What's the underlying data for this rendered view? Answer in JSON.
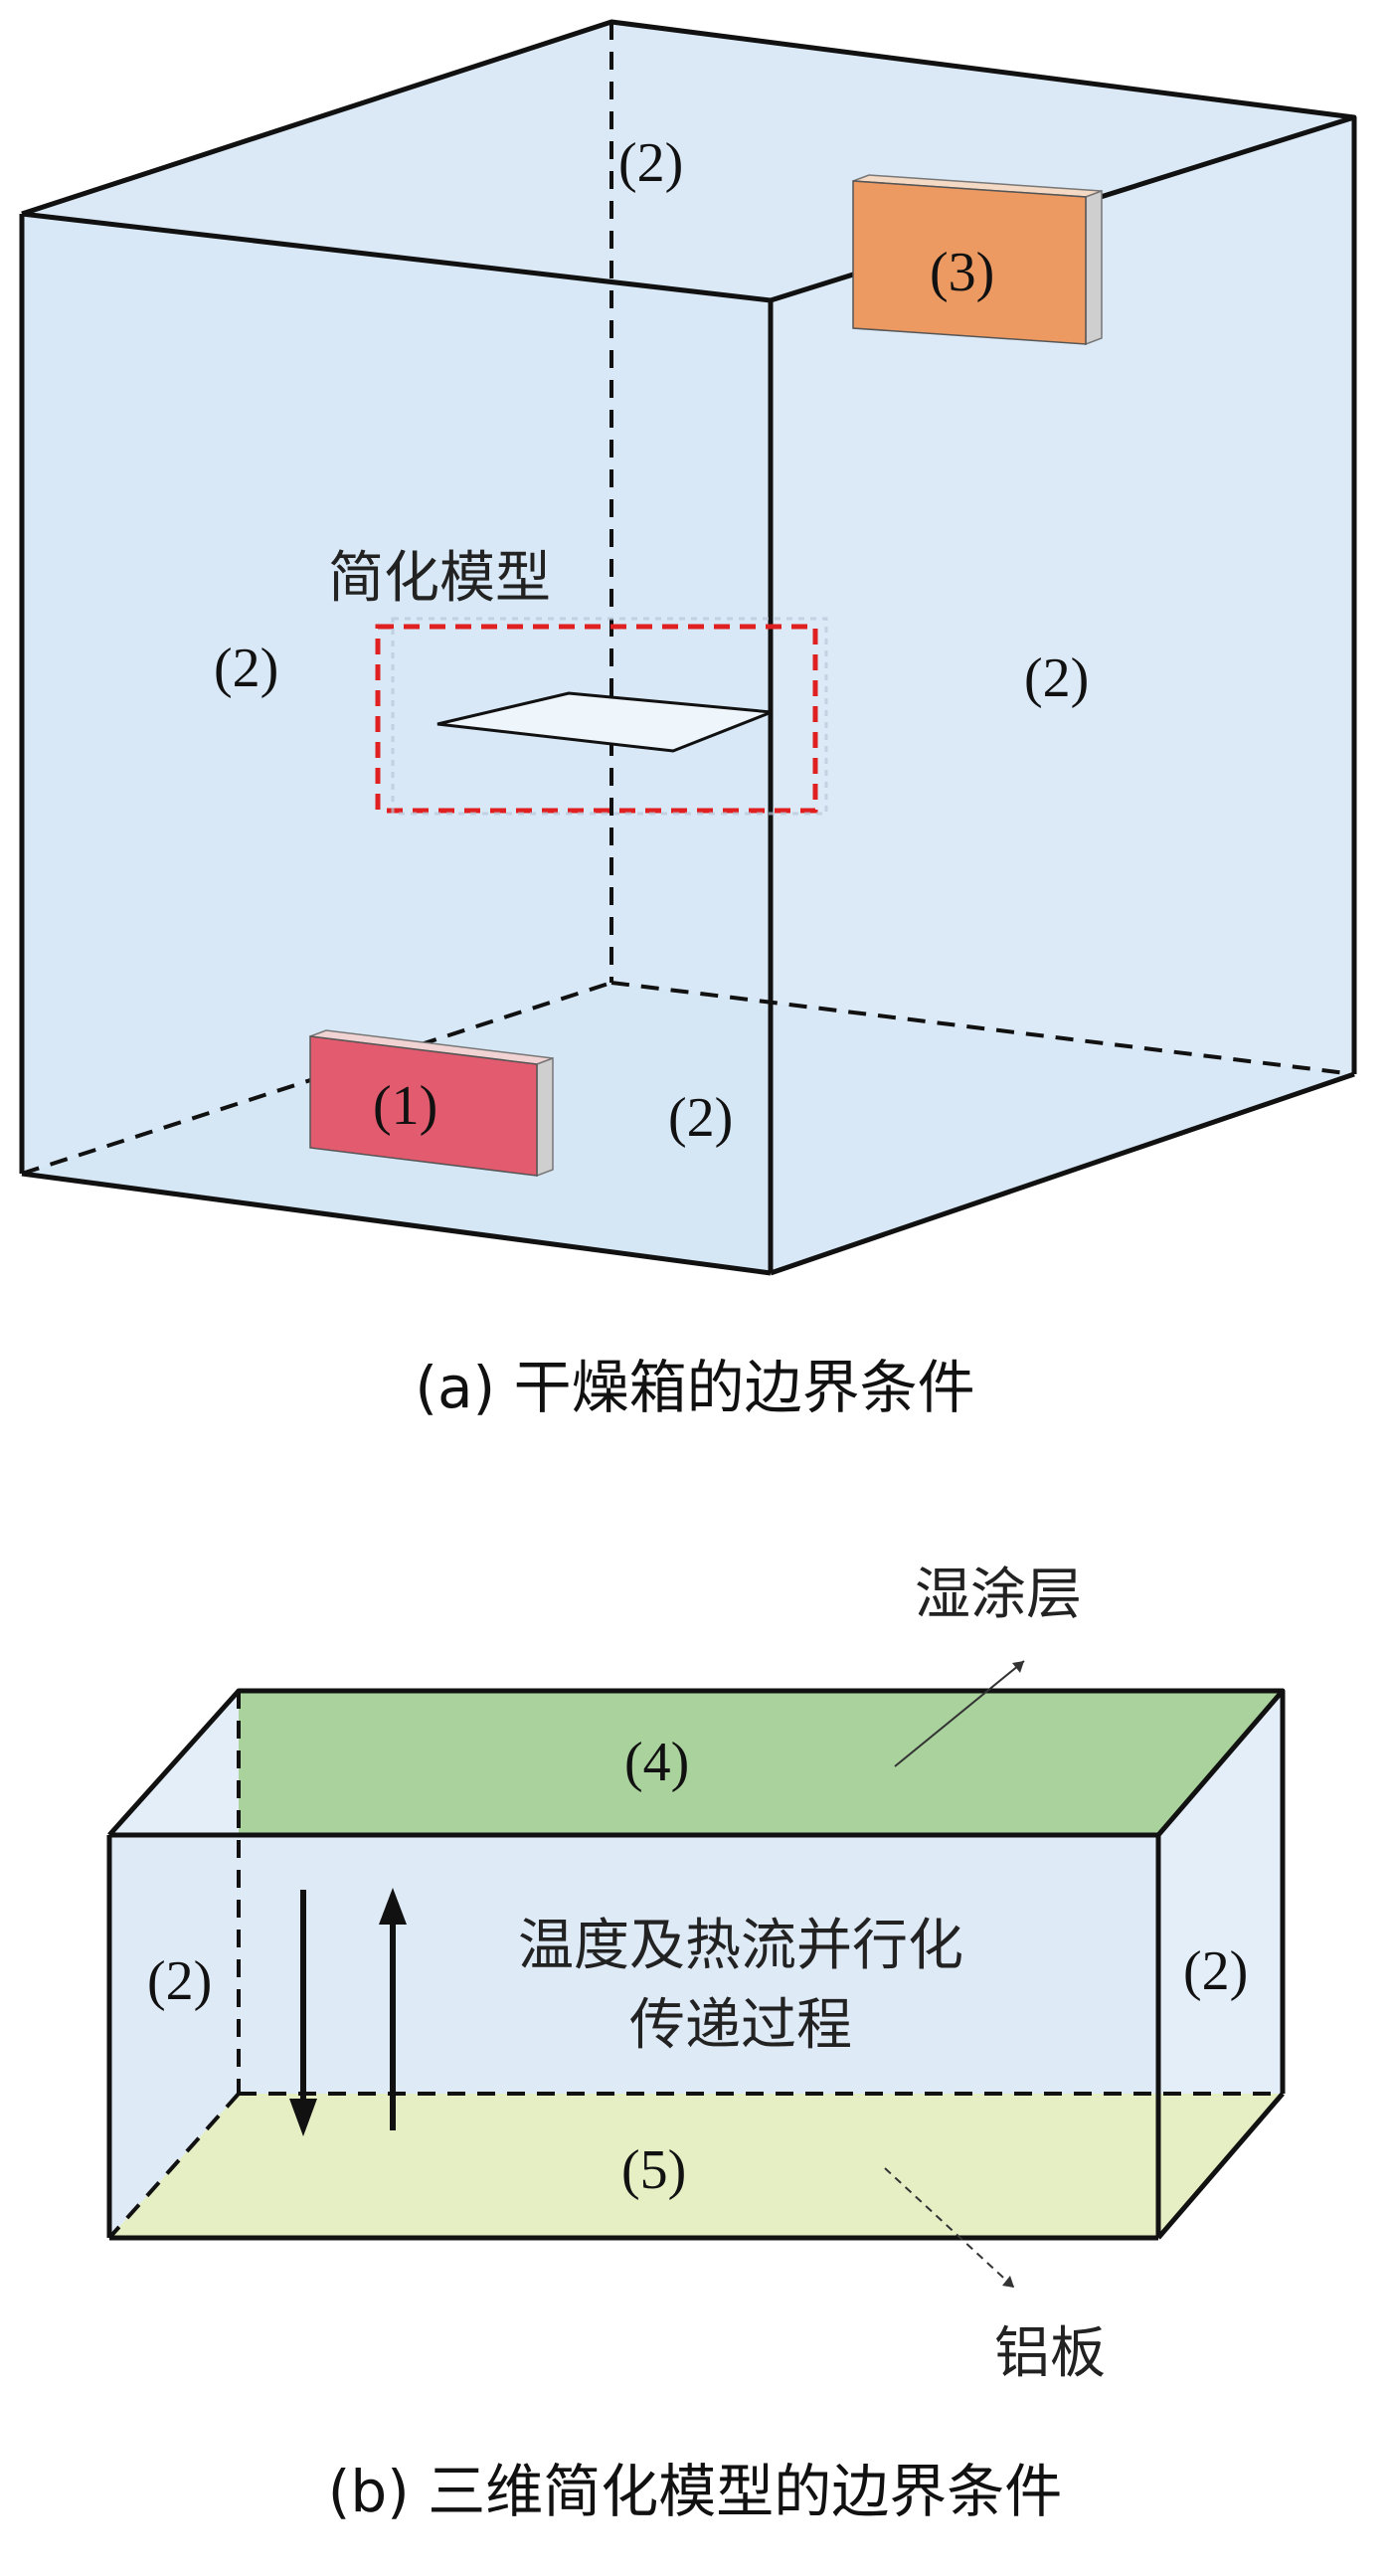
{
  "panel_a": {
    "boundary_label_1": "(1)",
    "boundary_label_2": "(2)",
    "boundary_label_3": "(3)",
    "simplified_model_label": "简化模型",
    "caption": "(a) 干燥箱的边界条件",
    "colors": {
      "box_fill": "#dbe9f6",
      "floor_fill": "#c6dcf0",
      "heater_bottom": "#e25b6e",
      "heater_top": "#ec9a62",
      "highlight_box": "#e02020"
    }
  },
  "panel_b": {
    "boundary_label_2": "(2)",
    "boundary_label_4": "(4)",
    "boundary_label_5": "(5)",
    "wet_coating_label": "湿涂层",
    "aluminum_plate_label": "铝板",
    "process_line_1": "温度及热流并行化",
    "process_line_2": "传递过程",
    "caption": "(b) 三维简化模型的边界条件",
    "colors": {
      "top_face": "#a9d29d",
      "bottom_face": "#e6efc4",
      "side_fill": "#dfeaf7"
    }
  }
}
